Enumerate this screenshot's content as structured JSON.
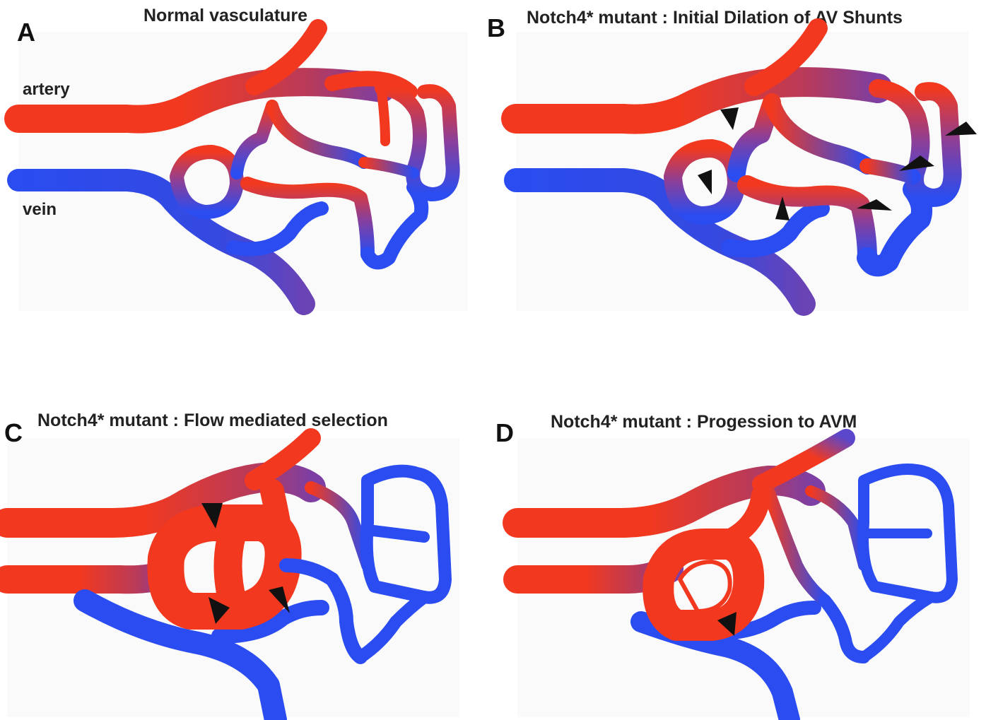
{
  "panels": [
    {
      "letter": "A",
      "title": "Normal vasculature"
    },
    {
      "letter": "B",
      "title": "Notch4* mutant : Initial Dilation of AV Shunts"
    },
    {
      "letter": "C",
      "title": "Notch4* mutant : Flow mediated selection"
    },
    {
      "letter": "D",
      "title": "Notch4* mutant : Progession to AVM"
    }
  ],
  "labels": {
    "artery": "artery",
    "vein": "vein"
  },
  "colors": {
    "artery": "#f2391f",
    "vein": "#2a4cf0",
    "mixed": "#8a3f9a",
    "arrowhead": "#111111"
  },
  "icons": [
    "arrowhead-icon"
  ]
}
